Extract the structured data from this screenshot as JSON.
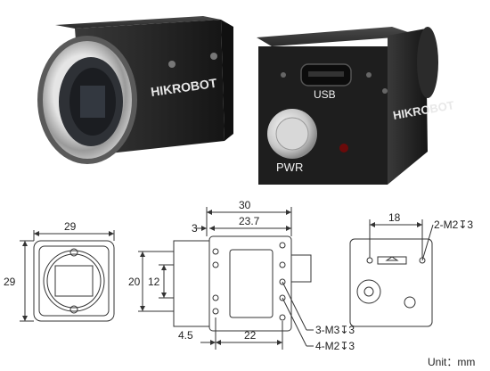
{
  "photos": {
    "brand": "HIKROBOT",
    "usb_label": "USB",
    "power_label": "PWR"
  },
  "front_view": {
    "width_dim": "29",
    "height_dim": "29"
  },
  "side_view": {
    "total_length_dim": "30",
    "flange_dim": "3",
    "body_length_dim": "23.7",
    "hole_span_outer_dim": "20",
    "hole_span_inner_dim": "12",
    "hole_offset_dim": "4.5",
    "hole_spacing_dim": "22",
    "callout_m3": "3-M3↧3",
    "callout_m2": "4-M2↧3"
  },
  "rear_view": {
    "hole_spacing_dim": "18",
    "callout_m2": "2-M2↧3"
  },
  "units_note": "Unit：mm"
}
